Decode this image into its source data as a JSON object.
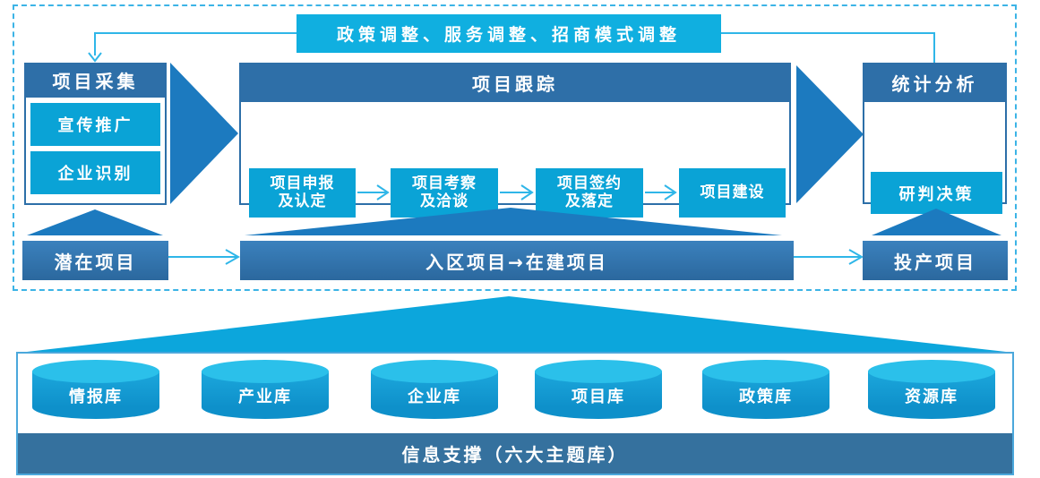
{
  "diagram": {
    "feedback_banner": "政策调整、服务调整、招商模式调整",
    "collection_panel": {
      "title": "项目采集",
      "items": [
        {
          "label": "宣传推广"
        },
        {
          "label": "企业识别"
        }
      ]
    },
    "tracking_panel": {
      "title": "项目跟踪",
      "steps": [
        {
          "line1": "项目申报",
          "line2": "及认定"
        },
        {
          "line1": "项目考察",
          "line2": "及洽谈"
        },
        {
          "line1": "项目签约",
          "line2": "及落定"
        },
        {
          "line1": "项目建设",
          "line2": ""
        }
      ]
    },
    "analysis_panel": {
      "title": "统计分析",
      "items": [
        {
          "label": "研判决策"
        }
      ]
    },
    "stage_row": {
      "potential": "潜在项目",
      "in_area": "入区项目→在建项目",
      "production": "投产项目"
    },
    "support_section": {
      "title": "信息支撑（六大主题库）",
      "databases": [
        {
          "label": "情报库"
        },
        {
          "label": "产业库"
        },
        {
          "label": "企业库"
        },
        {
          "label": "项目库"
        },
        {
          "label": "政策库"
        },
        {
          "label": "资源库"
        }
      ]
    },
    "colors": {
      "header_blue": "#2E6FA8",
      "accent_cyan": "#0AA3D6",
      "banner_cyan": "#10AFE0",
      "triangle_blue": "#1C7ABF",
      "funnel_cyan": "#0CA6DC",
      "dashed_border": "#3CB4E6",
      "connector_cyan": "#2FB6E8",
      "stage_box_blue": "#2B689E",
      "cylinder_top_cyan": "#2BC0EA"
    }
  }
}
